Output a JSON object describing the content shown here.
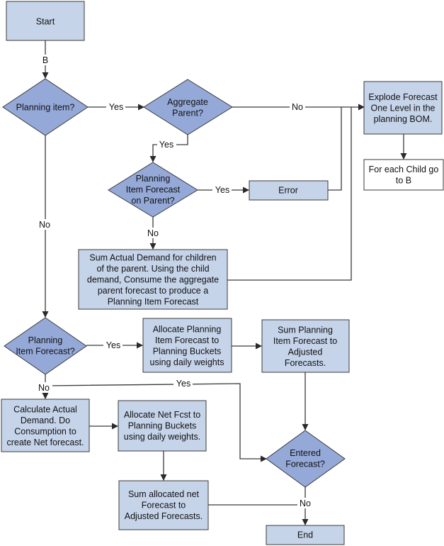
{
  "nodes": {
    "start": {
      "lines": [
        "Start"
      ]
    },
    "planning_item_q": {
      "lines": [
        "Planning item?"
      ]
    },
    "aggregate_parent_q": {
      "lines": [
        "Aggregate",
        "Parent?"
      ]
    },
    "explode_forecast": {
      "lines": [
        "Explode Forecast",
        "One Level in the",
        "planning BOM."
      ]
    },
    "for_each_child": {
      "lines": [
        "For each Child go",
        "to B"
      ]
    },
    "planning_item_forecast_on_parent_q": {
      "lines": [
        "Planning",
        "Item Forecast",
        "on Parent?"
      ]
    },
    "error": {
      "lines": [
        "Error"
      ]
    },
    "sum_actual_demand": {
      "lines": [
        "Sum Actual Demand for children",
        "of the parent. Using the child",
        "demand, Consume the aggregate",
        "parent forecast to produce a",
        "Planning Item Forecast"
      ]
    },
    "planning_item_forecast_q": {
      "lines": [
        "Planning",
        "Item Forecast?"
      ]
    },
    "allocate_planning_item": {
      "lines": [
        "Allocate Planning",
        "Item Forecast to",
        "Planning Buckets",
        "using daily weights"
      ]
    },
    "sum_planning_item": {
      "lines": [
        "Sum Planning",
        "Item Forecast to",
        "Adjusted",
        "Forecasts."
      ]
    },
    "calculate_actual_demand": {
      "lines": [
        "Calculate Actual",
        "Demand. Do",
        "Consumption to",
        "create Net forecast."
      ]
    },
    "allocate_net_fcst": {
      "lines": [
        "Allocate Net Fcst to",
        "Planning Buckets",
        "using daily weights."
      ]
    },
    "entered_forecast_q": {
      "lines": [
        "Entered",
        "Forecast?"
      ]
    },
    "sum_allocated_net": {
      "lines": [
        "Sum allocated net",
        "Forecast to",
        "Adjusted Forecasts."
      ]
    },
    "end": {
      "lines": [
        "End"
      ]
    }
  },
  "edge_labels": {
    "b": "B",
    "yes_planning_item": "Yes",
    "no_aggregate": "No",
    "yes_aggregate": "Yes",
    "yes_on_parent": "Yes",
    "no_on_parent": "No",
    "no_planning_item": "No",
    "yes_item_forecast": "Yes",
    "no_item_forecast": "No",
    "yes_skip": "Yes",
    "no_entered": "No"
  }
}
